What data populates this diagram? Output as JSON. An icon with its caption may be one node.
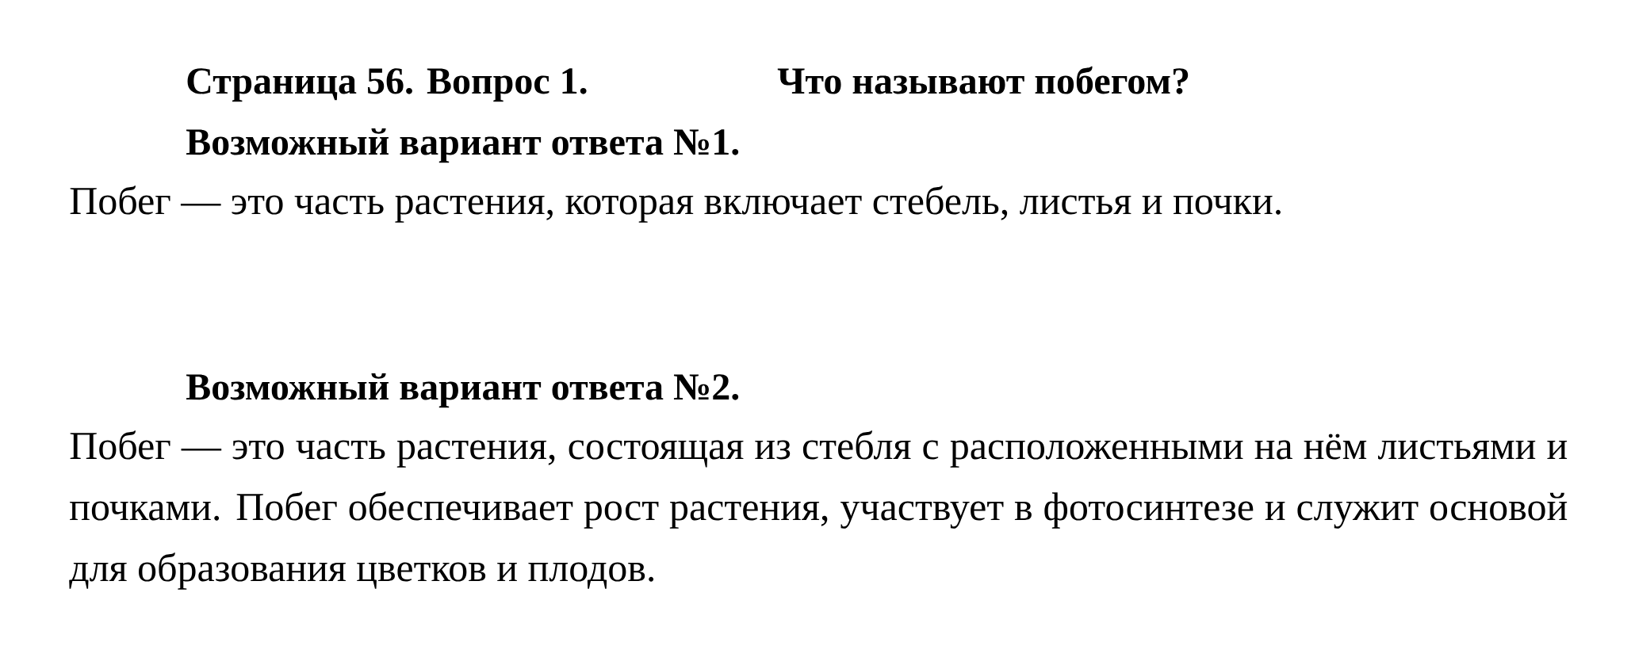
{
  "diagram": {
    "title": "Страница 56. Вопрос 1.",
    "labels": [
      "Что называют побегом?",
      "Возможный вариант ответа №1.",
      "Побег — это часть растения, которая включает стебель, листья и почки.",
      "Возможный вариант ответа №2.",
      "Побег — это часть растения, состоящая из стебля с расположенными на нём листьями и почками. Побег обеспечивает рост растения, участвует в фотосинтезе и служит основой для образования цветков и плодов."
    ]
  }
}
